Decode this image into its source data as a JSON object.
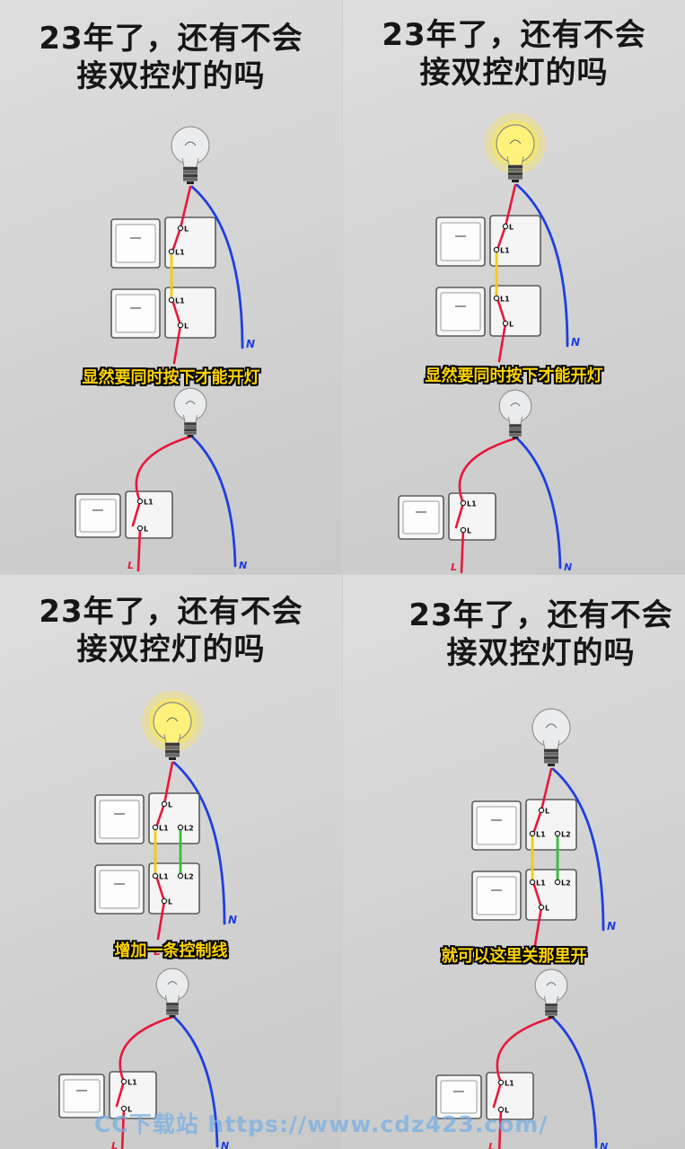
{
  "panels": [
    {
      "title_line1": "23年了，还有不会",
      "title_line2": "接双控灯的吗",
      "caption": "显然要同时按下才能开灯",
      "bulb_lit": false
    },
    {
      "title_line1": "23年了，还有不会",
      "title_line2": "接双控灯的吗",
      "caption": "显然要同时按下才能开灯",
      "bulb_lit": true
    },
    {
      "title_line1": "23年了，还有不会",
      "title_line2": "接双控灯的吗",
      "caption": "增加一条控制线",
      "bulb_lit": true
    },
    {
      "title_line1": "23年了，还有不会",
      "title_line2": "接双控灯的吗",
      "caption": "就可以这里关那里开",
      "bulb_lit": false
    }
  ],
  "labels": {
    "L": "L",
    "N": "N",
    "L1": "L1",
    "L2": "L2"
  },
  "colors": {
    "live_wire": "#e8173a",
    "neutral_wire": "#1f3fe0",
    "control_wire": "#f2cc1a",
    "control_wire_2": "#33c23a",
    "bulb_glow": "#ffe94d"
  },
  "watermark": "CC下载站 https://www.cdz423.com/"
}
